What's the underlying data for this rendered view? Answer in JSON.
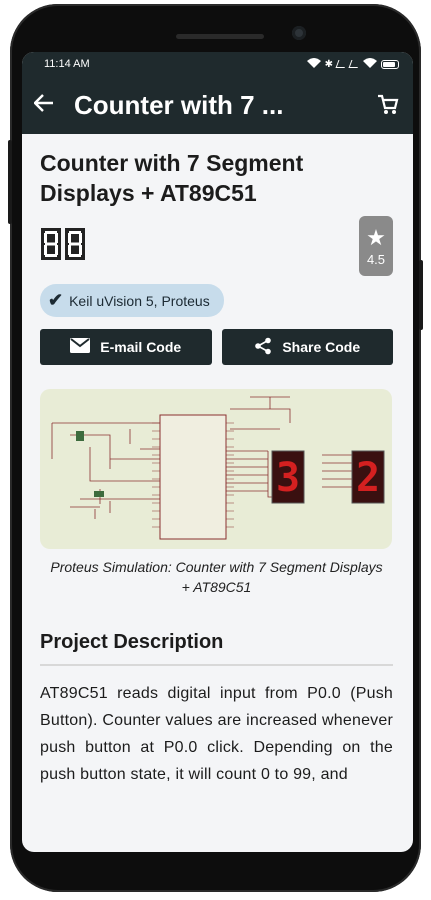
{
  "status_bar": {
    "time": "11:14 AM"
  },
  "app_bar": {
    "title": "Counter with 7 ..."
  },
  "project": {
    "title": "Counter with 7 Segment Displays + AT89C51",
    "rating": "4.5",
    "tools_tag": "Keil uVision 5, Proteus"
  },
  "actions": {
    "email_label": "E-mail Code",
    "share_label": "Share Code"
  },
  "figure": {
    "display_digits": [
      "3",
      "2"
    ],
    "caption": "Proteus Simulation: Counter with 7 Segment Displays + AT89C51"
  },
  "description": {
    "heading": "Project Description",
    "text": "AT89C51 reads digital input from P0.0 (Push Button). Counter values are increased whenever push button at P0.0 click. Depending on the push button state, it will count 0 to 99, and"
  },
  "colors": {
    "app_bar": "#1f2a2d",
    "tag_bg": "#c7dceb",
    "rating_bg": "#8a8a8a",
    "figure_bg": "#e8ecd6",
    "segment_red": "#d42020"
  },
  "icons": [
    "back-arrow-icon",
    "cart-icon",
    "seven-segment-icon",
    "star-icon",
    "check-icon",
    "mail-icon",
    "share-icon"
  ]
}
